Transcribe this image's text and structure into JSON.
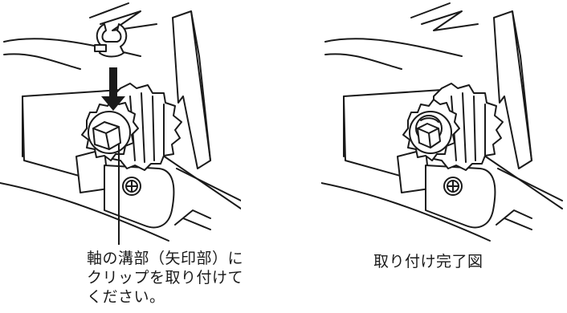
{
  "figures": [
    {
      "id": "before",
      "caption_lines": [
        "軸の溝部（矢印部）に",
        "クリップを取り付けて",
        "ください。"
      ]
    },
    {
      "id": "after",
      "caption_lines": [
        "取り付け完了図"
      ]
    }
  ],
  "icons": [
    "e-clip-icon",
    "down-arrow-icon",
    "gear-icon",
    "screw-icon"
  ]
}
